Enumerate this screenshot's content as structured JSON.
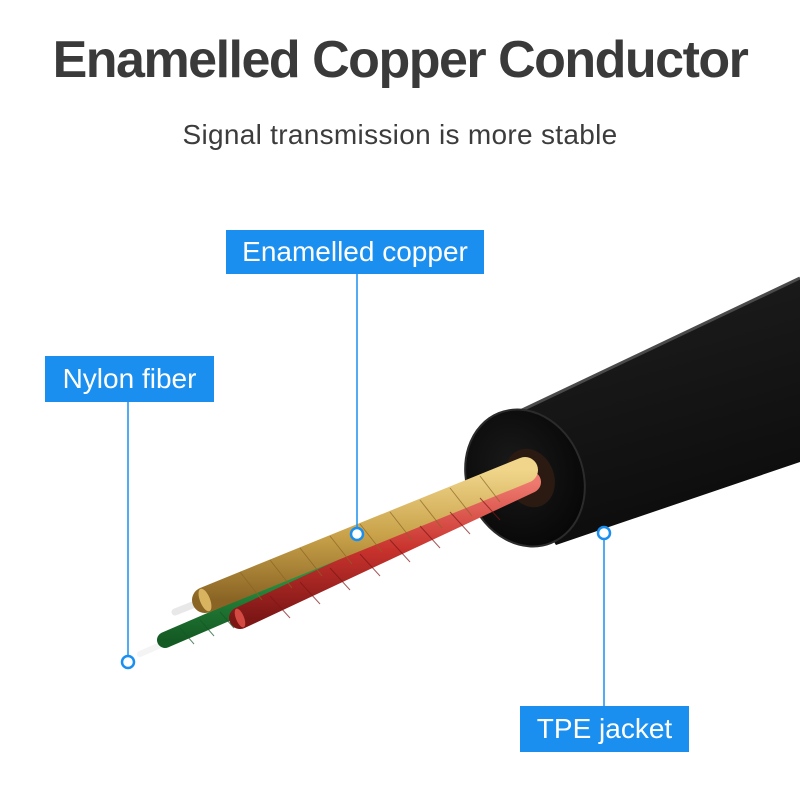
{
  "header": {
    "title": "Enamelled Copper Conductor",
    "subtitle": "Signal transmission is more stable"
  },
  "callouts": {
    "copper": "Enamelled copper",
    "nylon": "Nylon fiber",
    "tpe": "TPE jacket"
  },
  "colors": {
    "accent": "#1a8ff0",
    "jacket": "#141414",
    "copper": "#c9a24a",
    "red_wire": "#c8322d",
    "green_wire": "#2f9a46",
    "nylon": "#f2f2f2"
  }
}
